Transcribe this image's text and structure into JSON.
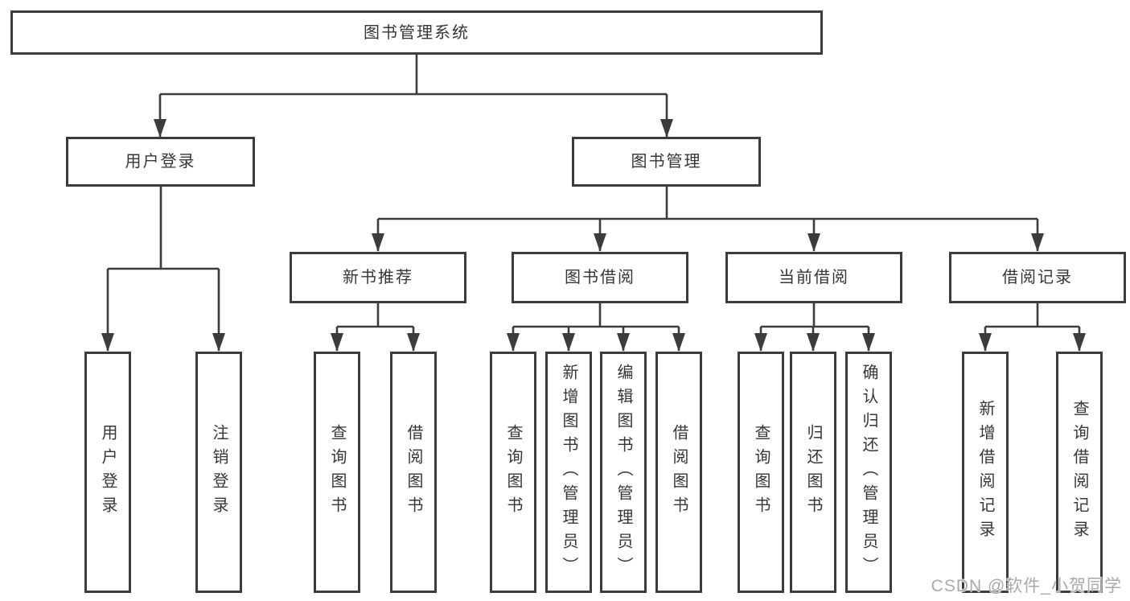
{
  "diagram_title": "图书管理系统",
  "watermark": "CSDN @软件_小贺同学",
  "colors": {
    "background": "#ffffff",
    "box_border": "#3c3c3c",
    "connector_line": "#3c3c3c",
    "text": "#363636",
    "watermark_text": "#a9a9a9"
  },
  "tree": {
    "label": "图书管理系统",
    "children": [
      {
        "label": "用户登录",
        "children": [
          {
            "label": "用户登录"
          },
          {
            "label": "注销登录"
          }
        ]
      },
      {
        "label": "图书管理",
        "children": [
          {
            "label": "新书推荐",
            "children": [
              {
                "label": "查询图书"
              },
              {
                "label": "借阅图书"
              }
            ]
          },
          {
            "label": "图书借阅",
            "children": [
              {
                "label": "查询图书"
              },
              {
                "label": "新增图书（管理员）"
              },
              {
                "label": "编辑图书（管理员）"
              },
              {
                "label": "借阅图书"
              }
            ]
          },
          {
            "label": "当前借阅",
            "children": [
              {
                "label": "查询图书"
              },
              {
                "label": "归还图书"
              },
              {
                "label": "确认归还（管理员）"
              }
            ]
          },
          {
            "label": "借阅记录",
            "children": [
              {
                "label": "新增借阅记录"
              },
              {
                "label": "查询借阅记录"
              }
            ]
          }
        ]
      }
    ]
  }
}
